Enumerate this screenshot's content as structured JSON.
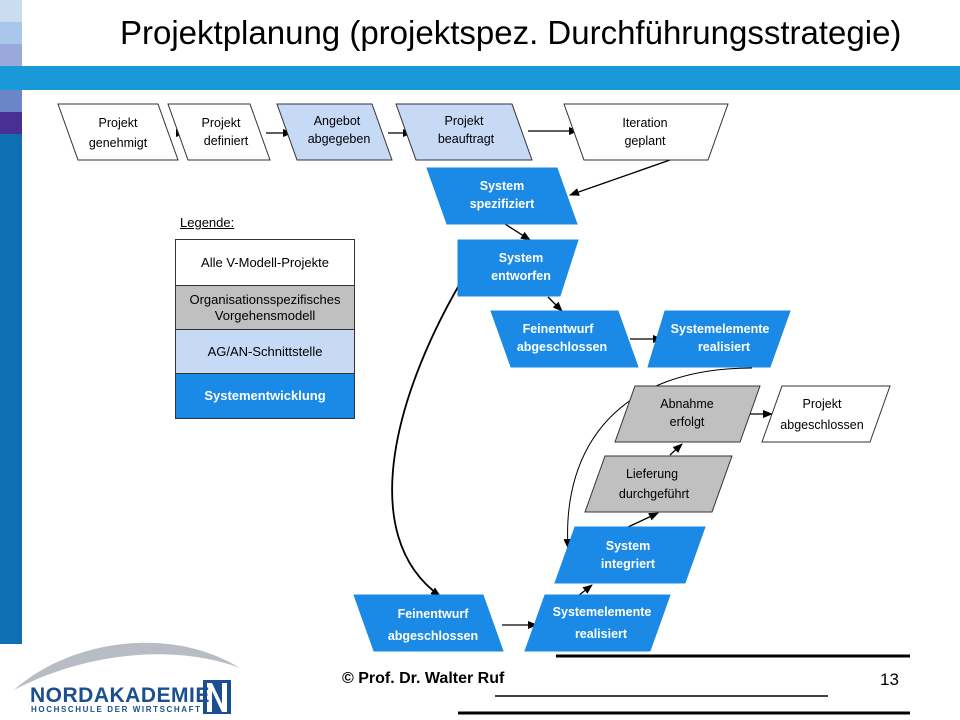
{
  "slide": {
    "title": "Projektplanung (projektspez. Durchführungsstrategie)",
    "author": "© Prof. Dr. Walter Ruf",
    "page_number": "13"
  },
  "logo": {
    "name": "NORDAKADEMIE",
    "subtitle": "HOCHSCHULE DER WIRTSCHAFT"
  },
  "legend": {
    "heading": "Legende:",
    "items": [
      {
        "label": "Alle V-Modell-Projekte",
        "color": "#ffffff"
      },
      {
        "label": "Organisationsspezifisches Vorgehensmodell",
        "color": "#c0c0c0"
      },
      {
        "label": "AG/AN-Schnittstelle",
        "color": "#c6daf6"
      },
      {
        "label": "Systementwicklung",
        "color": "#1a8ae6"
      }
    ]
  },
  "colors": {
    "white": "#ffffff",
    "gray": "#c0c0c0",
    "lightblue": "#c6daf6",
    "blue": "#1a8ae6",
    "band": "#1a99d8"
  },
  "nodes": {
    "n1": {
      "lines": [
        "Projekt",
        "genehmigt"
      ],
      "category": "white"
    },
    "n2": {
      "lines": [
        "Projekt",
        "definiert"
      ],
      "category": "white"
    },
    "n3": {
      "lines": [
        "Angebot",
        "abgegeben"
      ],
      "category": "lightblue"
    },
    "n4": {
      "lines": [
        "Projekt",
        "beauftragt"
      ],
      "category": "lightblue"
    },
    "n5": {
      "lines": [
        "Iteration",
        "geplant"
      ],
      "category": "white"
    },
    "n6": {
      "lines": [
        "System",
        "spezifiziert"
      ],
      "category": "blue"
    },
    "n7": {
      "lines": [
        "System",
        "entworfen"
      ],
      "category": "blue"
    },
    "n8": {
      "lines": [
        "Feinentwurf",
        "abgeschlossen"
      ],
      "category": "blue"
    },
    "n9": {
      "lines": [
        "Systemelemente",
        "realisiert"
      ],
      "category": "blue"
    },
    "n10": {
      "lines": [
        "Abnahme",
        "erfolgt"
      ],
      "category": "gray"
    },
    "n11": {
      "lines": [
        "Projekt",
        "abgeschlossen"
      ],
      "category": "white"
    },
    "n12": {
      "lines": [
        "Lieferung",
        "durchgeführt"
      ],
      "category": "gray"
    },
    "n13": {
      "lines": [
        "System",
        "integriert"
      ],
      "category": "blue"
    },
    "n14": {
      "lines": [
        "Feinentwurf",
        "abgeschlossen"
      ],
      "category": "blue"
    },
    "n15": {
      "lines": [
        "Systemelemente",
        "realisiert"
      ],
      "category": "blue"
    }
  }
}
